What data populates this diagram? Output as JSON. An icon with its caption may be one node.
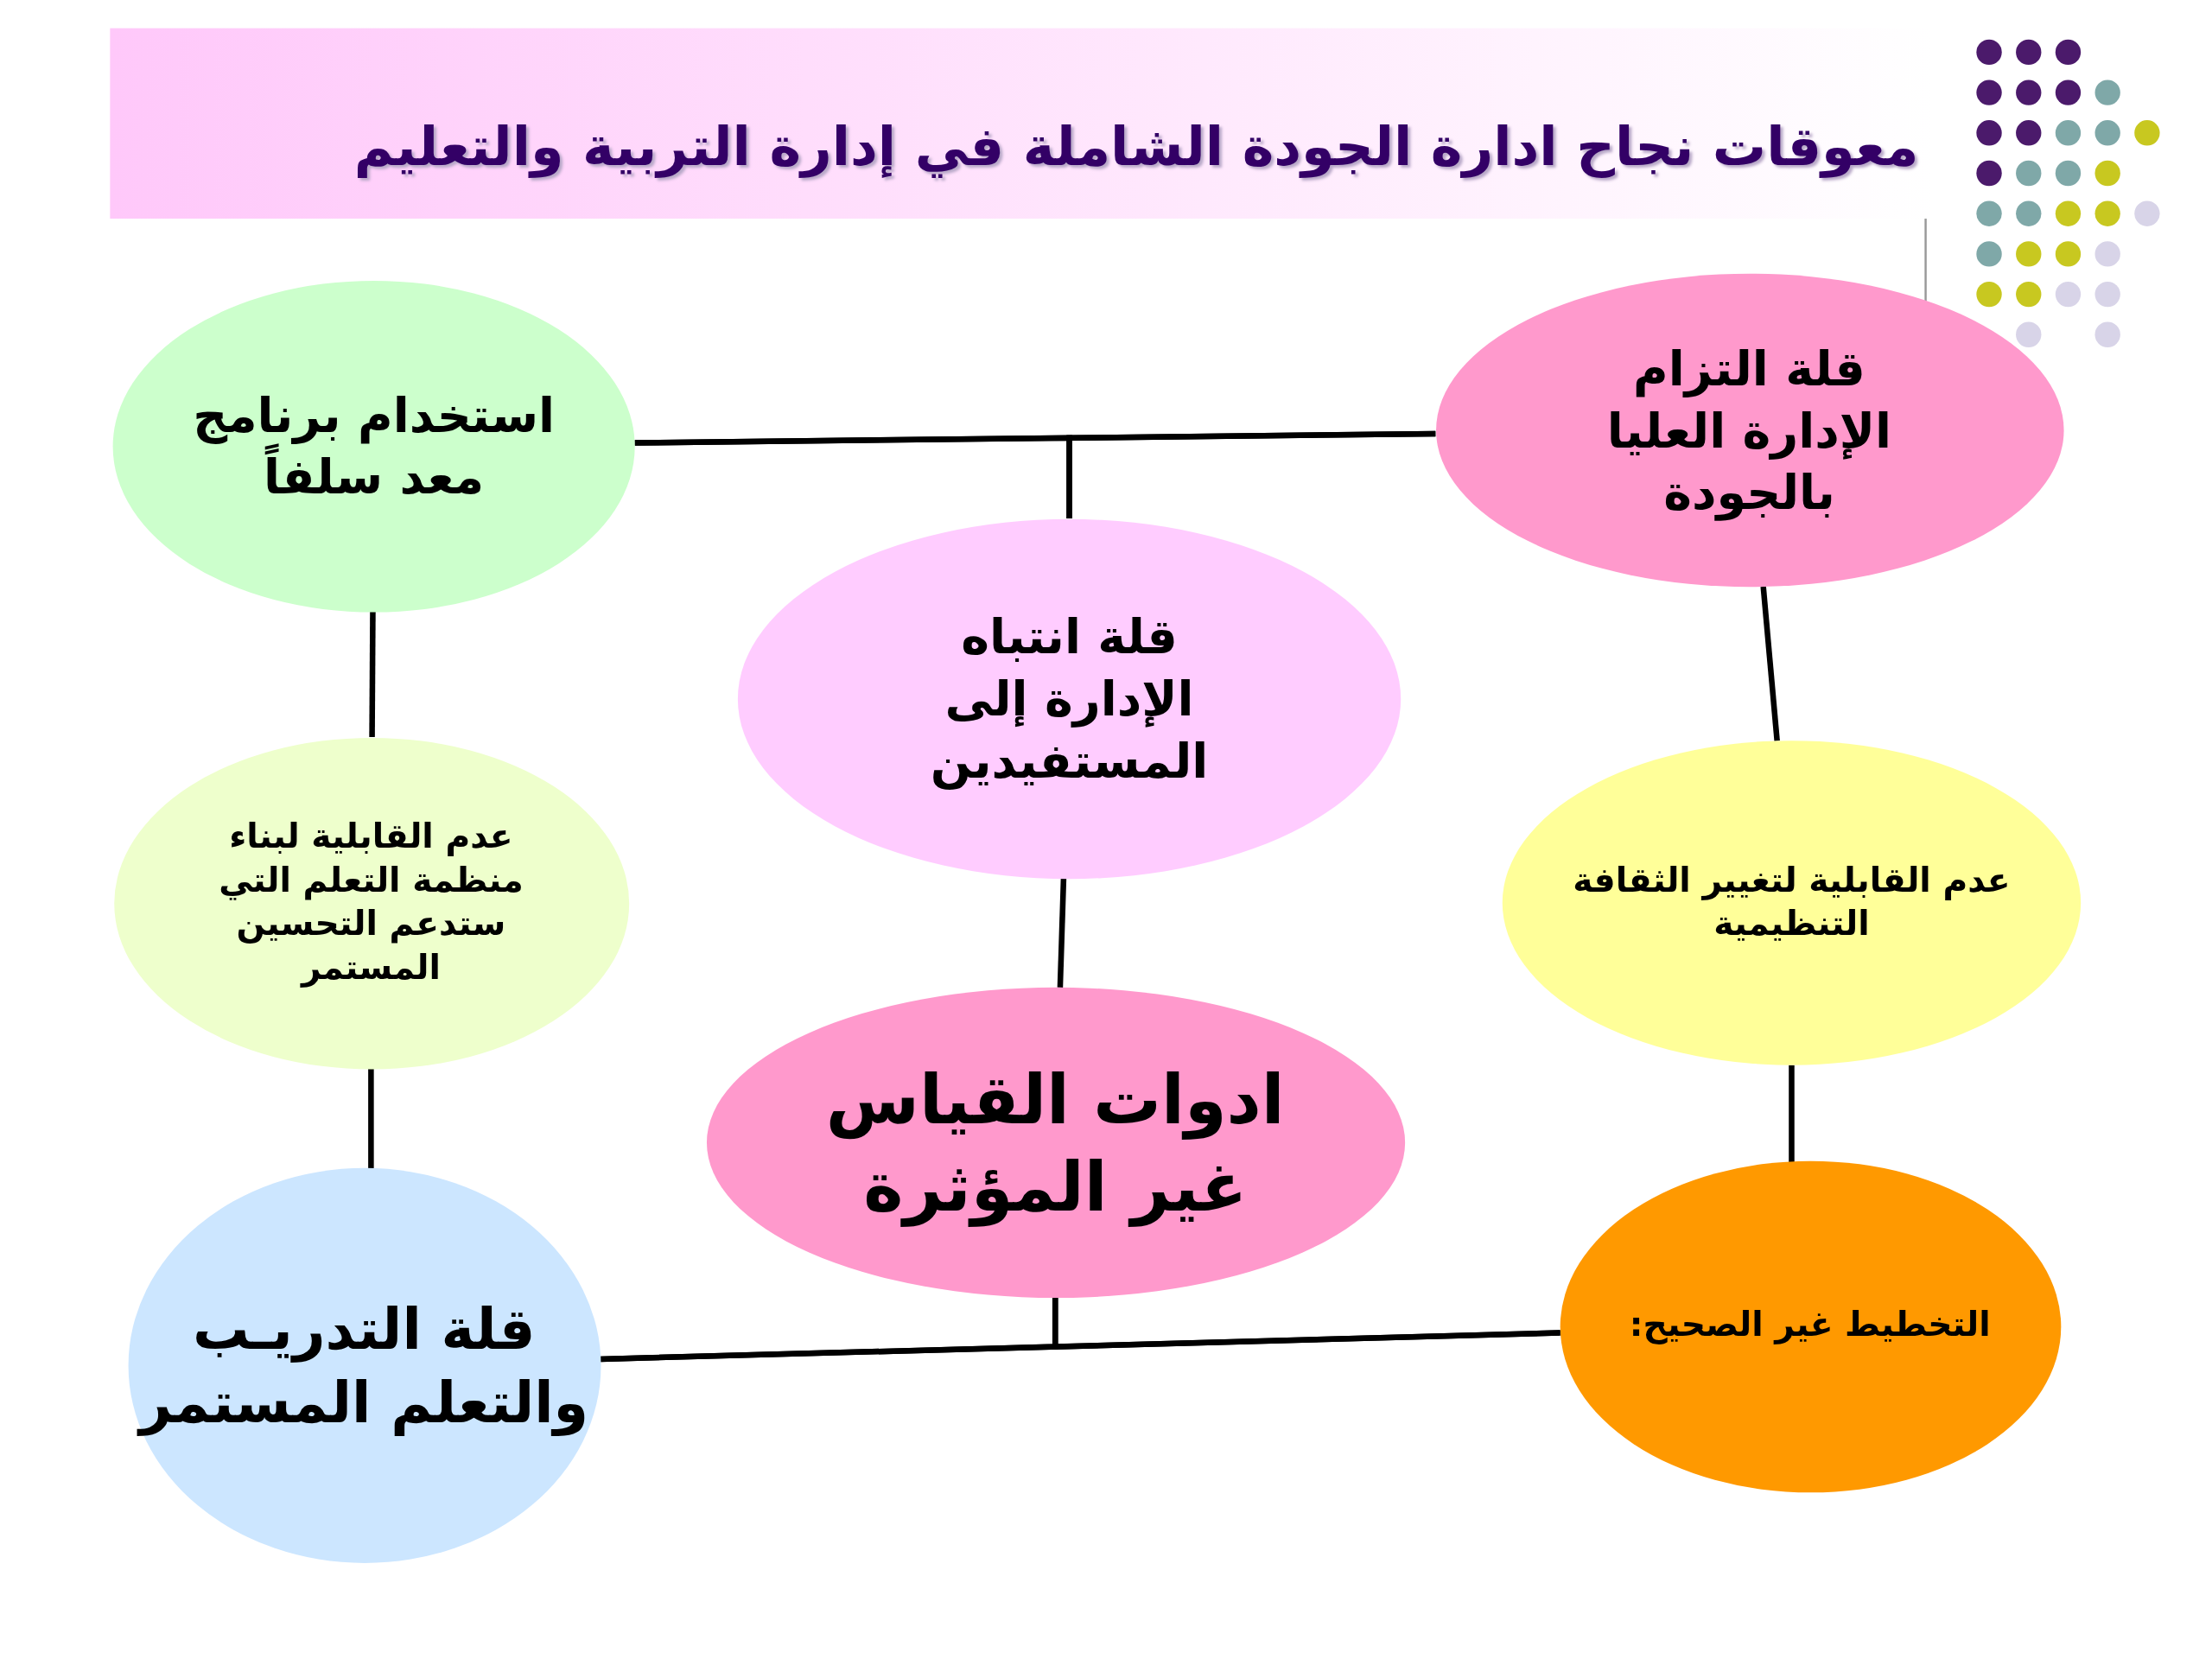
{
  "diagram": {
    "title": "معوقات نجاح ادارة الجودة الشاملة في إدارة التربية والتعليم",
    "nodes": [
      {
        "text": [
          "استخدام برنامج معد سلفاً"
        ]
      },
      {
        "text": [
          "قلة التزام الإدارة العليا بالجودة"
        ]
      },
      {
        "text": [
          "قلة انتباه الإدارة إلى المستفيدين"
        ]
      },
      {
        "text": [
          "عدم القابلية لبناء منظمة التعلم التي ستدعم التحسين المستمر"
        ]
      },
      {
        "text": [
          "عدم القابلية لتغيير الثقافة التنظيمية"
        ]
      },
      {
        "text": [
          "ادوات القياس غير المؤثرة"
        ]
      },
      {
        "text": [
          "قلة التدريـب والتعلم المستمر"
        ]
      },
      {
        "text": [
          "التخطيط غير الصحيح:"
        ]
      }
    ],
    "edges": [
      {
        "from": 0,
        "to": 1,
        "arrow": "none"
      },
      {
        "from": 2,
        "to": 0,
        "arrow": "none"
      },
      {
        "from": 2,
        "to": 1,
        "arrow": "none"
      },
      {
        "from": 0,
        "to": 3,
        "arrow": "none"
      },
      {
        "from": 1,
        "to": 4,
        "arrow": "none"
      },
      {
        "from": 2,
        "to": 5,
        "arrow": "none"
      },
      {
        "from": 3,
        "to": 6,
        "arrow": "none"
      },
      {
        "from": 4,
        "to": 7,
        "arrow": "none"
      },
      {
        "from": 6,
        "to": 7,
        "arrow": "none"
      },
      {
        "from": 5,
        "to": 6,
        "arrow": "none"
      },
      {
        "from": 5,
        "to": 7,
        "arrow": "none"
      }
    ]
  }
}
